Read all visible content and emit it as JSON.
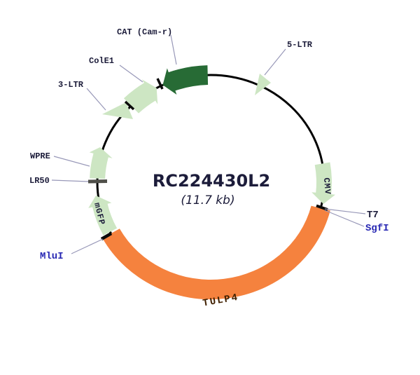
{
  "title": {
    "name": "RC224430L2",
    "size": "(11.7 kb)"
  },
  "colors": {
    "background": "#ffffff",
    "backbone": "#000000",
    "dark_green": "#276b35",
    "light_green": "#cde6c3",
    "orange": "#f5823e",
    "label_dark": "#1c1c3a",
    "label_blue": "#2727b3",
    "tulp4_text": "#402000",
    "leader": "#9898b8",
    "lr50_bar": "#50504a",
    "tick": "#0a0a0a"
  },
  "features": {
    "cat": {
      "label": "CAT (Cam-r)"
    },
    "cole1": {
      "label": "ColE1"
    },
    "ltr3": {
      "label": "3-LTR"
    },
    "wpre": {
      "label": "WPRE"
    },
    "lr50": {
      "label": "LR50"
    },
    "mgfp": {
      "label": "mGFP"
    },
    "mlui": {
      "label": "MluI"
    },
    "tulp4": {
      "label": "TULP4"
    },
    "cmv": {
      "label": "CMV"
    },
    "t7": {
      "label": "T7"
    },
    "sgfi": {
      "label": "SgfI"
    },
    "ltr5": {
      "label": "5-LTR"
    }
  }
}
